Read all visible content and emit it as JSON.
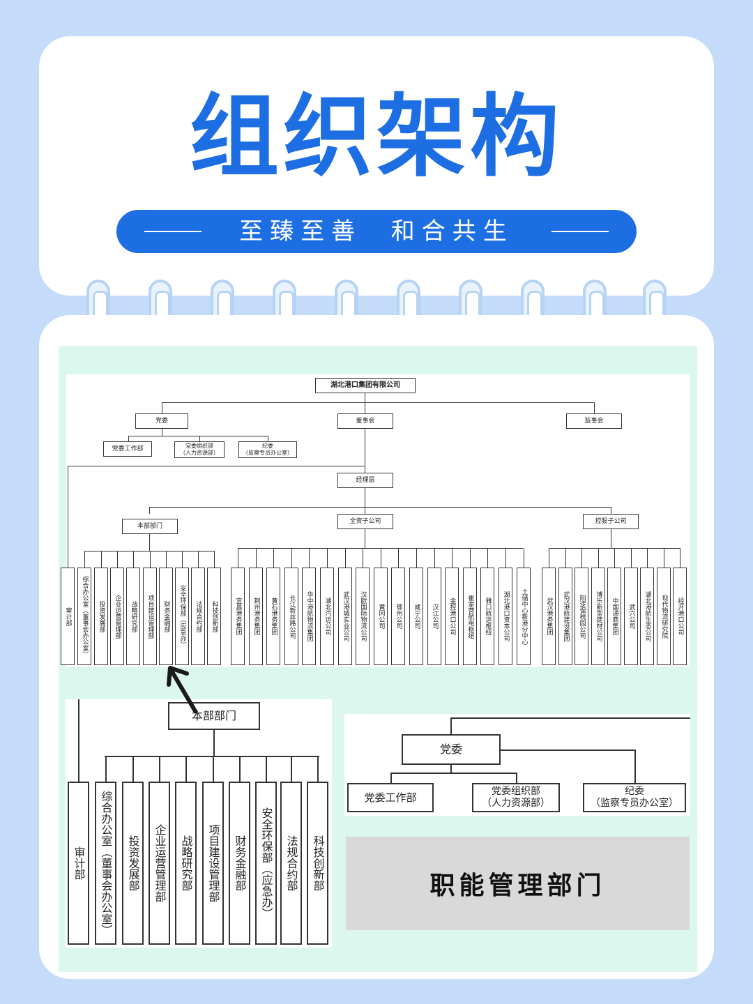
{
  "header": {
    "title": "组织架构",
    "slogan": "至臻至善  和合共生"
  },
  "chart": {
    "root": "湖北港口集团有限公司",
    "level1": [
      "党委",
      "董事会",
      "监事会"
    ],
    "party_children": [
      "党委工作部",
      "党委组织部\n（人力资源部）",
      "纪委\n（监察专员办公室）"
    ],
    "management": "经理层",
    "groups": [
      "本部部门",
      "全资子公司",
      "控股子公司"
    ],
    "audit": "审计部",
    "hq_departments": [
      "综合办公室（董事会办公室）",
      "投资发展部",
      "企业运营管理部",
      "战略研究部",
      "项目建设管理部",
      "财务金融部",
      "安全环保部（应急办）",
      "法规合约部",
      "科技创新部"
    ],
    "wholly_owned": [
      "宜昌港务集团",
      "荆州港务集团",
      "黄石港务集团",
      "长江新丝路公司",
      "华中港航物流集团",
      "湖北汽运公司",
      "武汉港城实业公司",
      "汉欧国际物流公司",
      "黄冈公司",
      "鄂州公司",
      "咸宁公司",
      "汉江公司",
      "金控港口公司",
      "崔家营航电枢纽",
      "雅口航运枢纽",
      "湖北港口资本公司",
      "土储中心新港分中心"
    ],
    "holding": [
      "武汉港务集团",
      "武汉港航建设集团",
      "阳逻保税园公司",
      "博乐新型建材公司",
      "中国通商集团",
      "武穴公司",
      "湖北港航生态公司",
      "现代物流研究院",
      "经开港口公司"
    ]
  },
  "zoom_hq": {
    "title": "本部部门",
    "audit": "审计部",
    "departments": [
      "综合办公室（董事会办公室）",
      "投资发展部",
      "企业运营管理部",
      "战略研究部",
      "项目建设管理部",
      "财务金融部",
      "安全环保部（应急办）",
      "法规合约部",
      "科技创新部"
    ]
  },
  "zoom_party": {
    "title": "党委",
    "children": [
      "党委工作部",
      "党委组织部\n（人力资源部）",
      "纪委\n（监察专员办公室）"
    ]
  },
  "function_label": "职能管理部门",
  "colors": {
    "accent": "#1d6ee3",
    "background": "#c4dcf9",
    "panel": "#dcf7ee"
  }
}
